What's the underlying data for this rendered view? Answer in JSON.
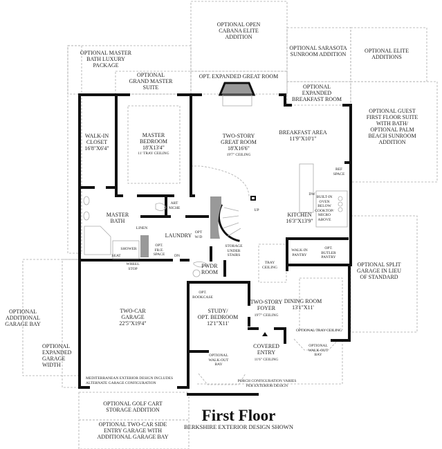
{
  "plan": {
    "title": "First Floor",
    "subtitle": "BERKSHIRE EXTERIOR DESIGN SHOWN",
    "options": {
      "cabana": "Optional Open\nCabana Elite\nAddition",
      "master_bath_lux": "Optional Master\nBath Luxury\nPackage",
      "grand_master": "Optional\nGrand Master\nSuite",
      "expanded_great": "Opt. Expanded Great Room",
      "sarasota": "Optional Sarasota\nSunroom Addition",
      "elite": "Optional Elite\nAdditions",
      "expanded_breakfast": "Optional\nExpanded\nBreakfast Room",
      "guest_suite": "Optional Guest\nFirst Floor Suite\nWith Bath/\nOptional Palm\nBeach Sunroom\nAddition",
      "split_garage": "Optional Split\nGarage in Lieu\nof Standard",
      "additional_bay": "Optional\nAdditional\nGarage Bay",
      "expanded_width": "Optional\nExpanded\nGarage\nWidth",
      "golf_cart": "Optional Golf Cart\nStorage Addition",
      "side_entry": "Optional Two-Car Side\nEntry Garage with\nAdditional Garage Bay"
    },
    "rooms": {
      "closet": "Walk-in\nCloset\n16'8\"X6'4\"",
      "master_bed": "Master\nBedroom\n18'X13'4\"",
      "master_bed_ceiling": "11' Tray Ceiling",
      "great_room": "Two-Story\nGreat Room\n18'X16'6\"",
      "great_room_ceiling": "19'7\" Ceiling",
      "breakfast": "Breakfast Area\n11'9\"X10'1\"",
      "ref": "Ref\nSpace",
      "dw": "DW",
      "oven": "Built-in\nOven\nBelow\nCooktop/\nMicro\nAbove",
      "kitchen": "Kitchen\n16'3\"X13'9\"",
      "up": "UP",
      "master_bath": "Master\nBath",
      "art_niche": "Art\nNiche",
      "linen": "Linen",
      "laundry": "Laundry",
      "opt_wd": "Opt\nW/D",
      "fr_space": "Opt.\nFr/Z.\nSpace",
      "shower": "Shower",
      "seat": "Seat",
      "dn": "DN",
      "wheel_stop": "Wheel\nStop",
      "pwdr": "PWDR\nRoom",
      "storage": "Storage\nUnder\nStairs",
      "tray": "Tray\nCeiling",
      "pantry": "Walk-in\nPantry",
      "butler": "Opt.\nButler\nPantry",
      "garage": "Two-Car\nGarage\n22'5\"X19'4\"",
      "bookcase": "Opt.\nBookcase",
      "study": "Study/\nOpt. Bedroom\n12'1\"X11'",
      "foyer": "Two-Story\nFoyer",
      "foyer_ceiling": "19'7\" Ceiling",
      "dining": "Dining Room\n13'1\"X11'",
      "dining_tray": "Optional Tray Ceiling",
      "entry": "Covered\nEntry",
      "entry_ceiling": "11'6\" Ceiling",
      "bay_left": "Optional\nWalk-out\nBay",
      "bay_right": "Optional\nWalk-out\nBay",
      "med_note": "Mediterranean exterior design includes\nalternate garage configuration",
      "porch_note": "Porch configuration varies\nper exterior design"
    }
  }
}
